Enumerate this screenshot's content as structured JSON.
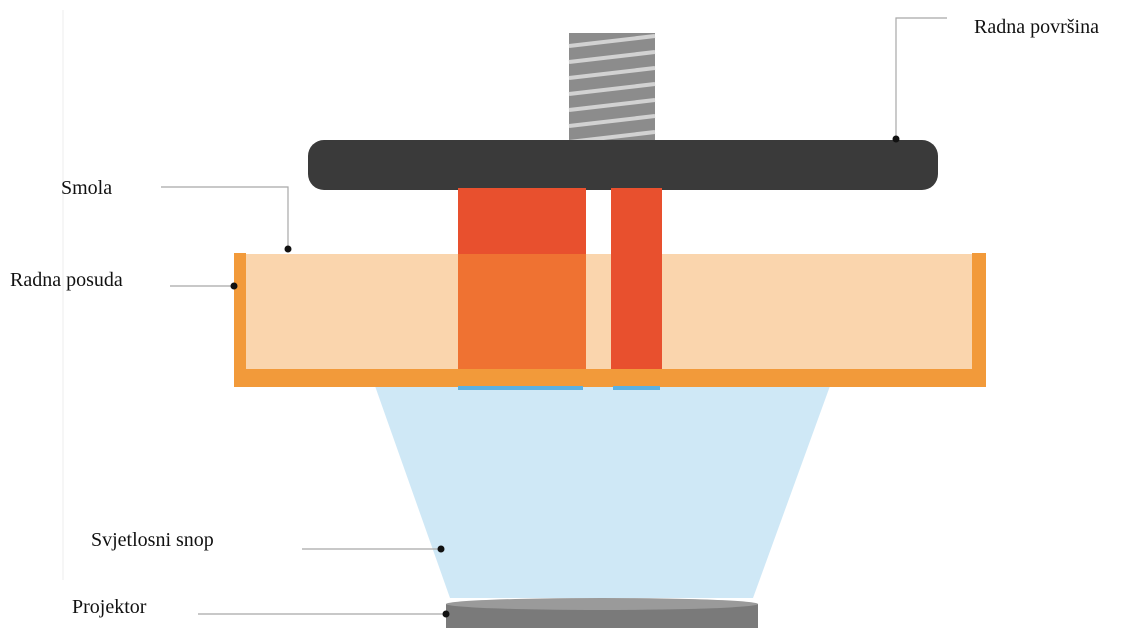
{
  "labels": {
    "radna_povrsina": "Radna površina",
    "smola": "Smola",
    "radna_posuda": "Radna posuda",
    "svjetlosni_snop": "Svjetlosni snop",
    "projektor": "Projektor"
  },
  "colors": {
    "platform": "#3a3a3a",
    "screw": "#8c8c8c",
    "screw_thread": "#cfcfcf",
    "resin": "#fad5ad",
    "vat": "#f29a3a",
    "part": "#e8502e",
    "part_in_resin": "#ef7232",
    "light_beam": "#cfe8f6",
    "cured_layer": "#5bb1e3",
    "projector": "#7a7a7a",
    "leader_line": "#a8a8a8",
    "dot": "#111111"
  }
}
